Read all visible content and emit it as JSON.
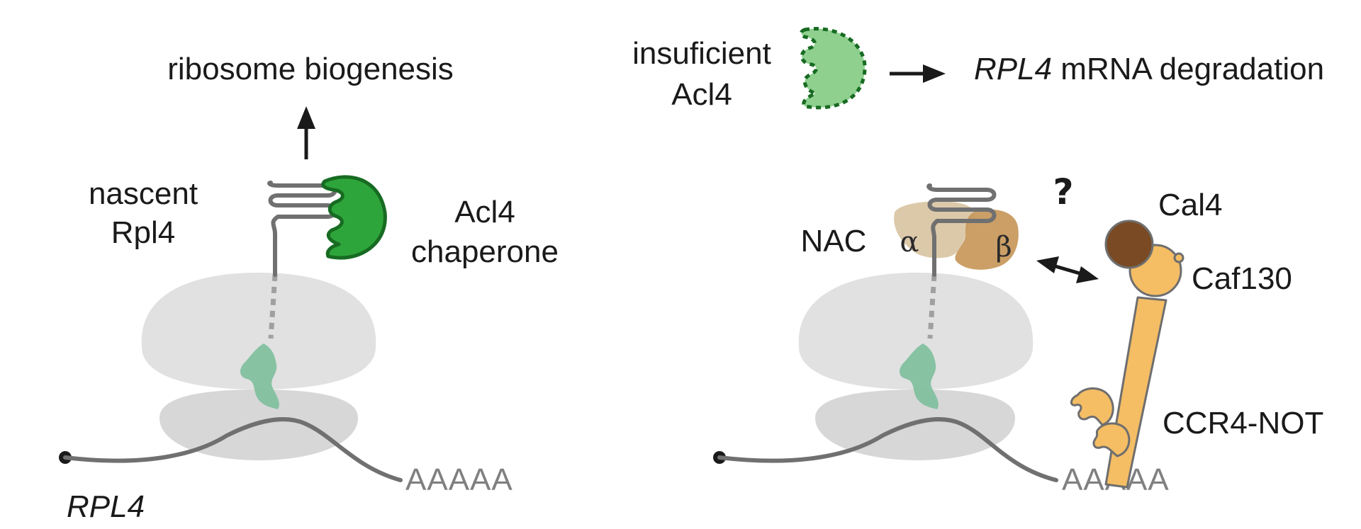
{
  "left_panel": {
    "outcome_label": "ribosome biogenesis",
    "nascent_label_line1": "nascent",
    "nascent_label_line2": "Rpl4",
    "chaperone_label_line1": "Acl4",
    "chaperone_label_line2": "chaperone",
    "gene_label": "RPL4",
    "polya_label": "AAAAA"
  },
  "right_panel": {
    "insufficient_label_line1": "insuficient",
    "insufficient_label_line2": "Acl4",
    "degradation_gene": "RPL4",
    "degradation_label": " mRNA degradation",
    "nac_label": "NAC",
    "alpha_label": "α",
    "beta_label": "β",
    "question_mark": "?",
    "cal4_label": "Cal4",
    "caf130_label": "Caf130",
    "ccr4not_label": "CCR4-NOT",
    "polya_label": "AAAAA"
  },
  "colors": {
    "ribosome": "#e0e0e0",
    "acl4": "#2ea53a",
    "acl4_outline": "#176b22",
    "acl4_light": "#86cf86",
    "exit_tunnel_green": "#7dbf9c",
    "nac_alpha": "#d9c6a5",
    "nac_beta": "#c89a5e",
    "cal4": "#7a4a24",
    "caf130": "#f5bd64",
    "mrna": "#707070"
  }
}
